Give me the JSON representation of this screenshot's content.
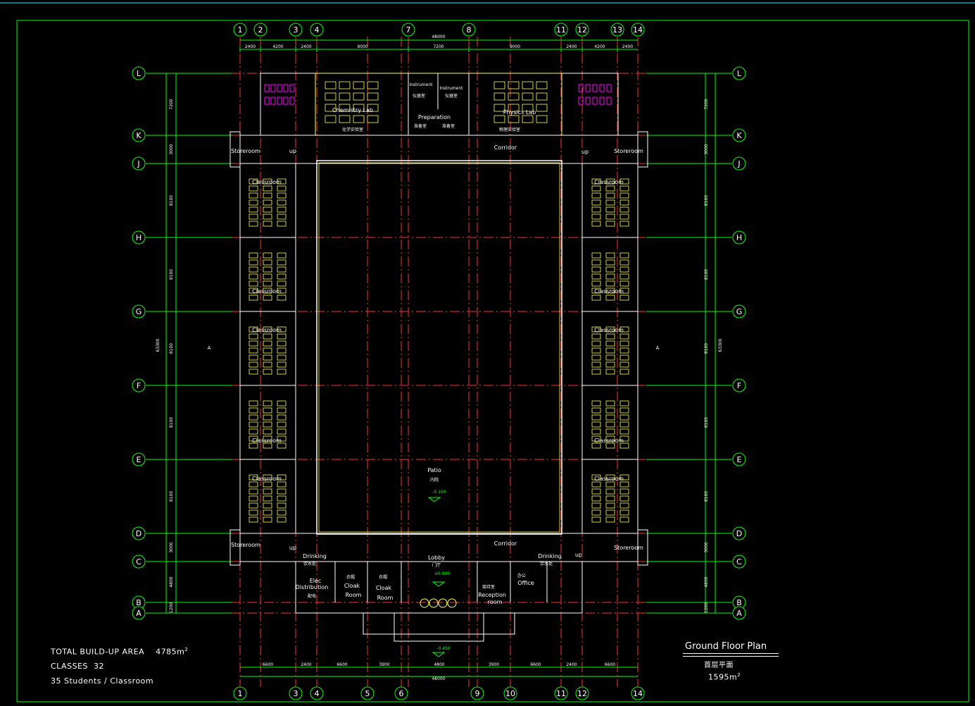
{
  "drawing": {
    "title": "Ground Floor Plan",
    "title_cn": "首层平面",
    "floor_area": "1595m",
    "floor_area_sup": "2"
  },
  "summary": {
    "area_label": "TOTAL BUILD-UP AREA",
    "area_value": "4785m",
    "area_sup": "2",
    "classes_label": "CLASSES",
    "classes_value": "32",
    "students": "35 Students / Classroom"
  },
  "grid_columns_top": [
    "1",
    "2",
    "3",
    "4",
    "7",
    "8",
    "11",
    "12",
    "13",
    "14"
  ],
  "grid_columns_bottom": [
    "1",
    "3",
    "4",
    "5",
    "6",
    "9",
    "10",
    "11",
    "12",
    "14"
  ],
  "grid_rows": [
    "L",
    "K",
    "J",
    "H",
    "G",
    "F",
    "E",
    "D",
    "C",
    "B",
    "A"
  ],
  "dims_top_total": "48000",
  "dims_bottom_total": "48000",
  "dims_top": [
    "2400",
    "4200",
    "2400",
    "9000",
    "7200",
    "9000",
    "2400",
    "4200",
    "2400"
  ],
  "dims_bottom": [
    "6600",
    "2400",
    "6600",
    "3900",
    "4800",
    "3900",
    "6600",
    "2400",
    "6600"
  ],
  "dims_side": [
    "7200",
    "3000",
    "8100",
    "8100",
    "8100",
    "8100",
    "8100",
    "3000",
    "4800",
    "1200"
  ],
  "dims_side_total": "63300",
  "section_marks": [
    "A",
    "A"
  ],
  "rooms": {
    "chemistry": "Chemistry Lab",
    "chem_cn": "化学实验室",
    "physics": "Physics Lab",
    "phys_cn": "物理实验室",
    "instrument": "Instrument",
    "instr_cn": "仪器室",
    "preparation": "Preparation",
    "prep_cn": "准备室",
    "corridor": "Corridor",
    "storeroom": "Storeroom",
    "up": "up",
    "classroom": "Classroom",
    "patio": "Patio",
    "patio_cn": "内院",
    "patio_level": "-0.150",
    "lobby": "Lobby",
    "lobby_cn": "门厅",
    "lobby_level": "±0.000",
    "entry_level": "-0.450",
    "drinking": "Drinking",
    "drinking_cn": "饮水处",
    "elec": "Elec",
    "distribution": "Distribution",
    "elec_cn": "配电",
    "cloak": "Cloak",
    "cloak_room": "Room",
    "cloak_cn": "衣帽",
    "reception": "Reception",
    "reception_room": "room",
    "reception_cn": "接待室",
    "office": "Office",
    "office_cn": "办公"
  },
  "colors": {
    "grid": "#00ff00",
    "axis": "#ff3030",
    "wall": "#ffffff",
    "furniture": "#ffff50",
    "toilet": "#ff00ff",
    "text": "#ffffff",
    "border": "#00ffff"
  }
}
